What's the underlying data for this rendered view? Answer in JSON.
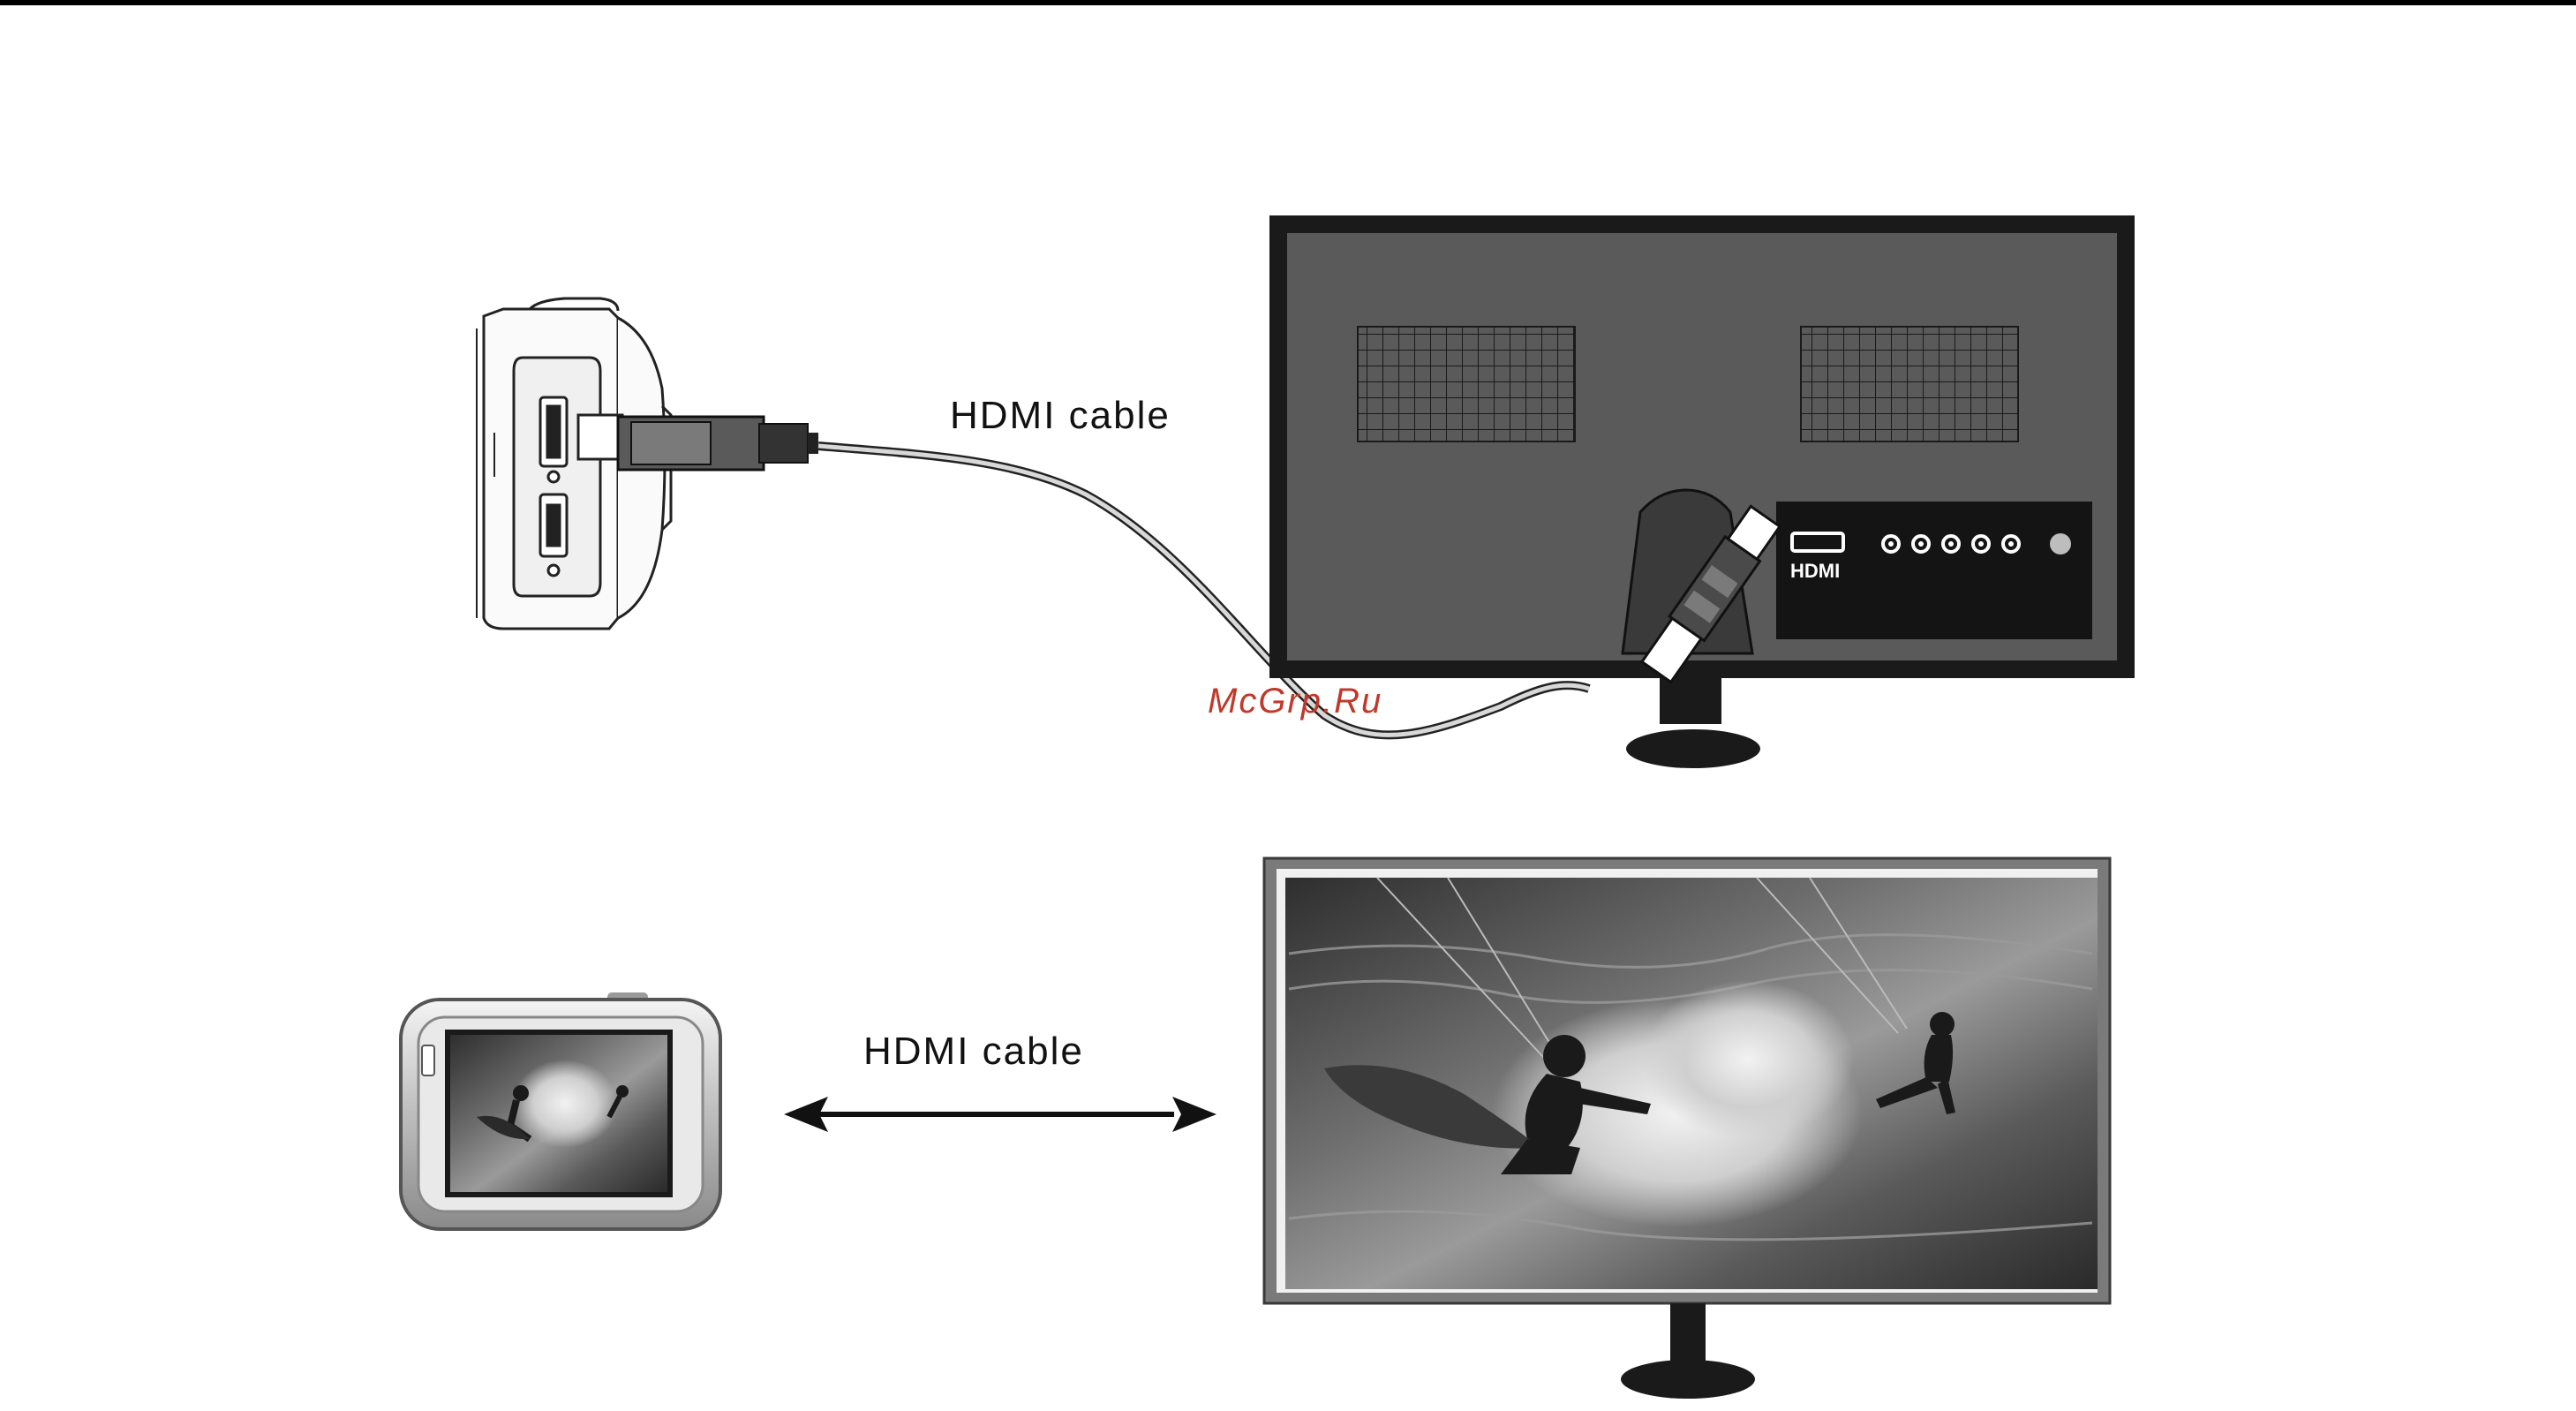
{
  "diagram": {
    "top_cable_label": "HDMI cable",
    "bottom_cable_label": "HDMI cable",
    "tv_port_label": "HDMI",
    "watermark": "McGrp.Ru"
  },
  "colors": {
    "tv_back_panel": "#5a5a5a",
    "tv_frame": "#1a1a1a",
    "port_panel": "#141414",
    "arrow": "#111111",
    "watermark": "#c0392b"
  }
}
